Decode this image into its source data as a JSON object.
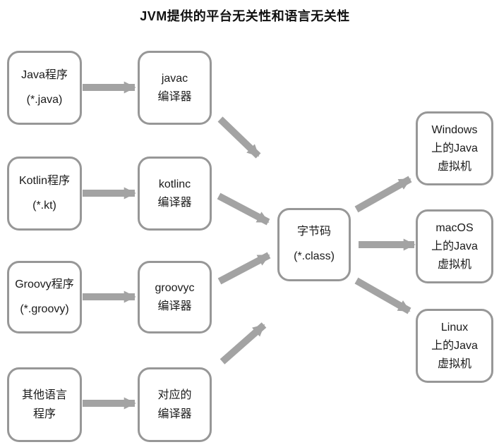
{
  "title": "JVM提供的平台无关性和语言无关性",
  "colors": {
    "box_border": "#979797",
    "arrow": "#a3a3a3",
    "text": "#1a1a1a",
    "background": "#ffffff"
  },
  "nodes": {
    "java_source": {
      "lines": [
        "Java程序",
        "(*.java)"
      ]
    },
    "kotlin_source": {
      "lines": [
        "Kotlin程序",
        "(*.kt)"
      ]
    },
    "groovy_source": {
      "lines": [
        "Groovy程序",
        "(*.groovy)"
      ]
    },
    "other_source": {
      "lines": [
        "其他语言",
        "程序"
      ]
    },
    "javac": {
      "lines": [
        "javac",
        "编译器"
      ]
    },
    "kotlinc": {
      "lines": [
        "kotlinc",
        "编译器"
      ]
    },
    "groovyc": {
      "lines": [
        "groovyc",
        "编译器"
      ]
    },
    "other_compiler": {
      "lines": [
        "对应的",
        "编译器"
      ]
    },
    "bytecode": {
      "lines": [
        "字节码",
        "(*.class)"
      ]
    },
    "jvm_windows": {
      "lines": [
        "Windows",
        "上的Java",
        "虚拟机"
      ]
    },
    "jvm_macos": {
      "lines": [
        "macOS",
        "上的Java",
        "虚拟机"
      ]
    },
    "jvm_linux": {
      "lines": [
        "Linux",
        "上的Java",
        "虚拟机"
      ]
    }
  },
  "edges": [
    {
      "from": "java_source",
      "to": "javac"
    },
    {
      "from": "kotlin_source",
      "to": "kotlinc"
    },
    {
      "from": "groovy_source",
      "to": "groovyc"
    },
    {
      "from": "other_source",
      "to": "other_compiler"
    },
    {
      "from": "javac",
      "to": "bytecode"
    },
    {
      "from": "kotlinc",
      "to": "bytecode"
    },
    {
      "from": "groovyc",
      "to": "bytecode"
    },
    {
      "from": "other_compiler",
      "to": "bytecode"
    },
    {
      "from": "bytecode",
      "to": "jvm_windows"
    },
    {
      "from": "bytecode",
      "to": "jvm_macos"
    },
    {
      "from": "bytecode",
      "to": "jvm_linux"
    }
  ]
}
